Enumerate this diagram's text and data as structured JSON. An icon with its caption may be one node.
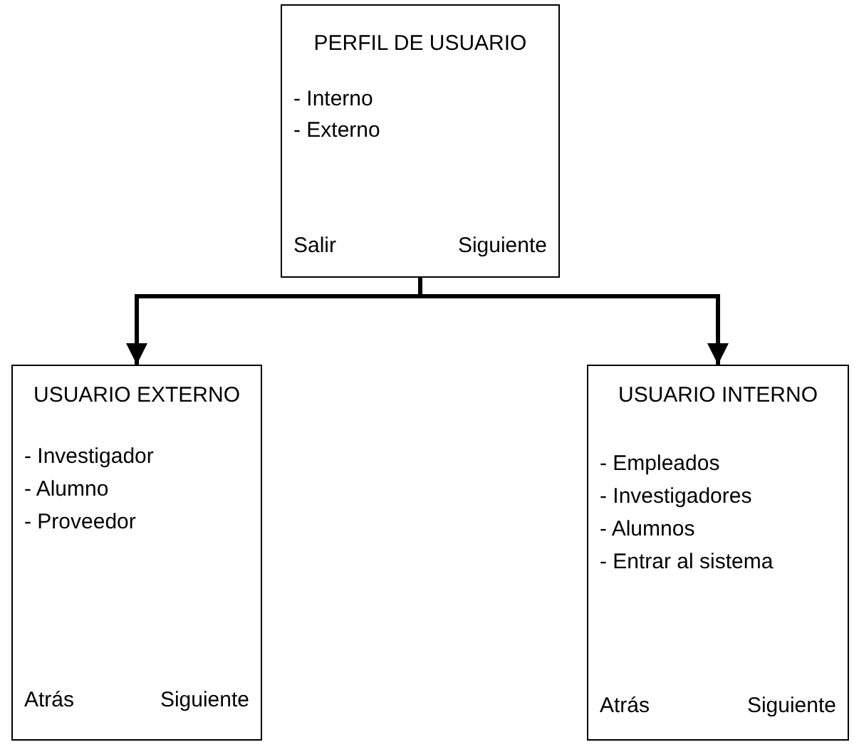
{
  "diagram": {
    "nodes": [
      {
        "text": [
          "PERFIL DE USUARIO",
          "- Interno",
          "- Externo",
          "Salir",
          "Siguiente"
        ]
      },
      {
        "text": [
          "USUARIO EXTERNO",
          "- Investigador",
          "- Alumno",
          "- Proveedor",
          "Atrás",
          "Siguiente"
        ]
      },
      {
        "text": [
          "USUARIO INTERNO",
          "- Empleados",
          "- Investigadores",
          "- Alumnos",
          "- Entrar al sistema",
          "Atrás",
          "Siguiente"
        ]
      }
    ],
    "edges": [
      {
        "from": 0,
        "to": 1,
        "arrow": "to"
      },
      {
        "from": 0,
        "to": 2,
        "arrow": "to"
      }
    ]
  }
}
